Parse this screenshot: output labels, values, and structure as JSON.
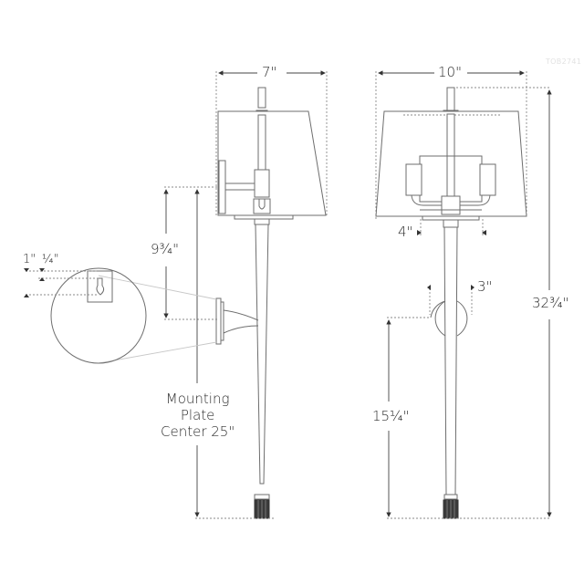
{
  "watermark": "TOB2741",
  "side_view": {
    "width_label": "7\"",
    "arm_height_label": "9¾\"",
    "mounting_plate_label": [
      "Mounting",
      "Plate",
      "Center 25\""
    ]
  },
  "backplate_detail": {
    "label_1": "1\"",
    "label_2": "¼\""
  },
  "front_view": {
    "width_label": "10\"",
    "base_width_label": "4\"",
    "backplate_width_label": "3\"",
    "overall_height_label": "32¾\"",
    "mount_height_label": "15¼\""
  },
  "colors": {
    "line": "#6e6e6e",
    "text": "#2c2c2c",
    "background": "#ffffff"
  }
}
